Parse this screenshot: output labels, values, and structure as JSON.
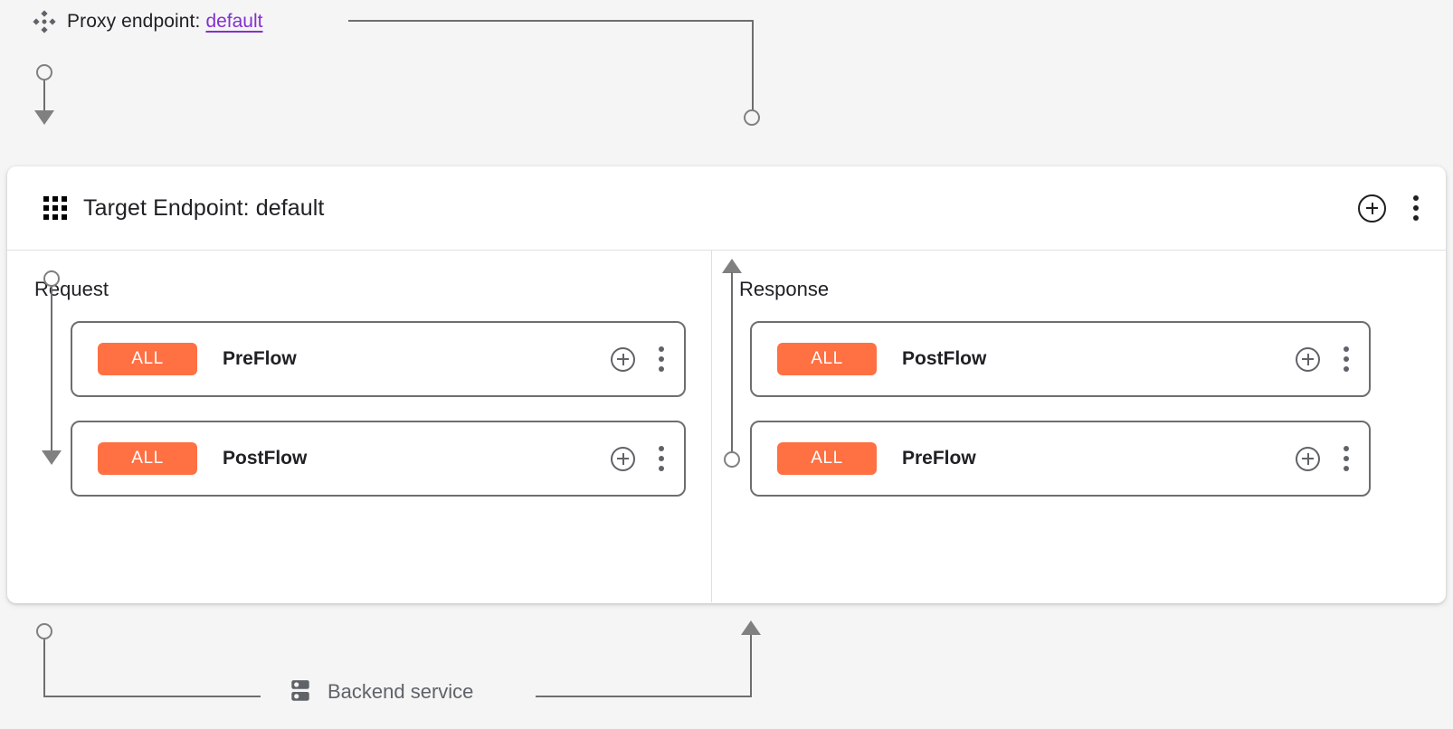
{
  "page": {
    "background_color": "#f5f5f5",
    "accent_orange": "#ff7043",
    "link_purple": "#8430ce",
    "connector_gray": "#6e6e6e"
  },
  "proxy": {
    "icon": "api-proxy-diamond-icon",
    "label": "Proxy endpoint:",
    "link_text": "default"
  },
  "target_card": {
    "icon": "apps-grid-icon",
    "title": "Target Endpoint: default",
    "actions": {
      "add": "add-circle-icon",
      "more": "more-vert-icon"
    },
    "columns": [
      {
        "key": "request",
        "label": "Request",
        "rows": [
          {
            "badge": "ALL",
            "name": "PreFlow",
            "add": "add-circle-icon",
            "more": "more-vert-icon"
          },
          {
            "badge": "ALL",
            "name": "PostFlow",
            "add": "add-circle-icon",
            "more": "more-vert-icon"
          }
        ]
      },
      {
        "key": "response",
        "label": "Response",
        "rows": [
          {
            "badge": "ALL",
            "name": "PostFlow",
            "add": "add-circle-icon",
            "more": "more-vert-icon"
          },
          {
            "badge": "ALL",
            "name": "PreFlow",
            "add": "add-circle-icon",
            "more": "more-vert-icon"
          }
        ]
      }
    ]
  },
  "backend": {
    "icon": "server-stack-icon",
    "label": "Backend service"
  }
}
